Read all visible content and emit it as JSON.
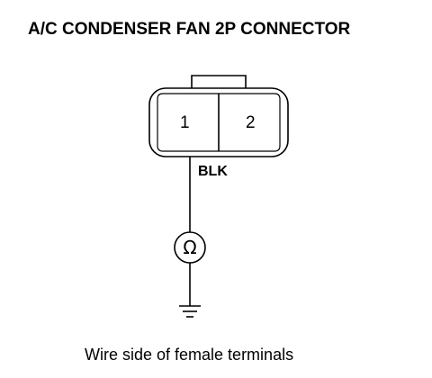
{
  "diagram": {
    "title": "A/C CONDENSER FAN 2P CONNECTOR",
    "connector": {
      "pins": [
        {
          "label": "1"
        },
        {
          "label": "2"
        }
      ]
    },
    "wire": {
      "color_code": "BLK"
    },
    "meter": {
      "symbol": "Ω"
    },
    "caption": "Wire side of female terminals"
  },
  "colors": {
    "ink": "#000000",
    "background": "#ffffff"
  }
}
